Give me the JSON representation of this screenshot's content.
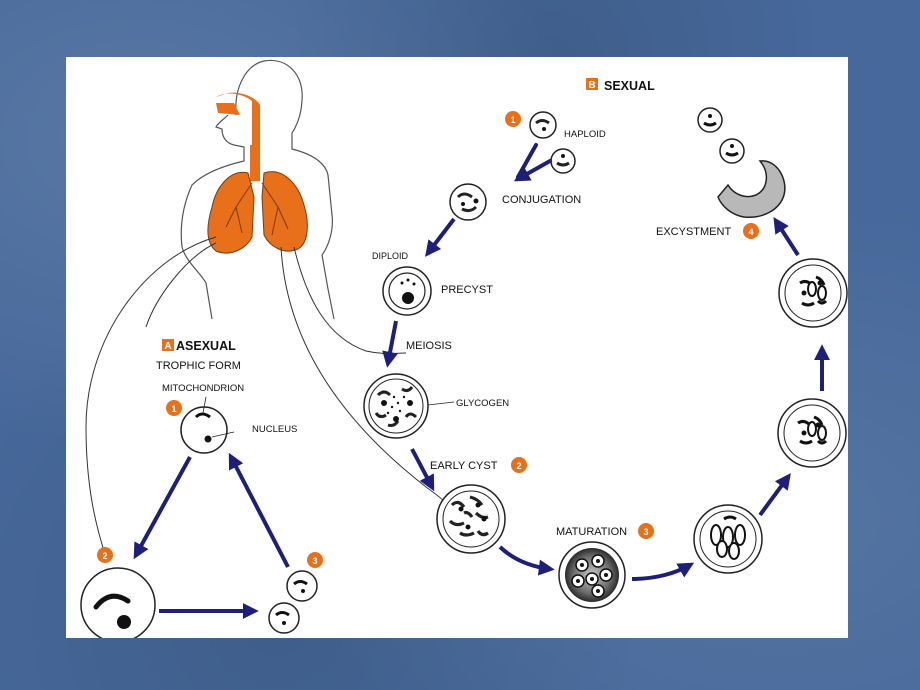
{
  "labels": {
    "sexual": "SEXUAL",
    "asexual": "ASEXUAL",
    "trophic_form": "TROPHIC FORM",
    "mitochondrion": "MITOCHONDRION",
    "nucleus": "NUCLEUS",
    "haploid": "HAPLOID",
    "conjugation": "CONJUGATION",
    "diploid": "DIPLOID",
    "precyst": "PRECYST",
    "meiosis": "MEIOSIS",
    "glycogen": "GLYCOGEN",
    "early_cyst": "EARLY CYST",
    "maturation": "MATURATION",
    "excystment": "EXCYSTMENT"
  },
  "markers": {
    "section_a": "A",
    "section_b": "B",
    "sexual_1": "1",
    "early_cyst_2": "2",
    "maturation_3": "3",
    "excystment_4": "4",
    "asexual_1": "1",
    "asexual_2": "2",
    "asexual_3": "3"
  },
  "colors": {
    "background": "#46689a",
    "lung_orange": "#e8701a",
    "arrow_navy": "#1d1f78",
    "marker_orange": "#e8701a"
  }
}
